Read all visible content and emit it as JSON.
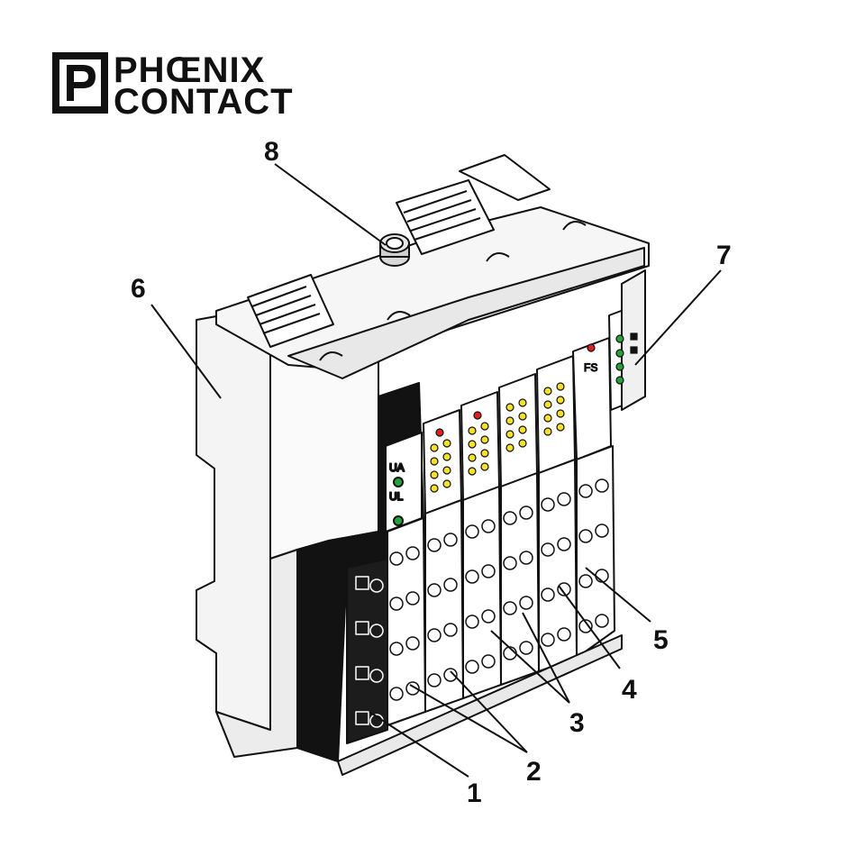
{
  "logo": {
    "line1": "PHŒNIX",
    "line2": "CONTACT"
  },
  "callouts": [
    "1",
    "2",
    "3",
    "4",
    "5",
    "6",
    "7",
    "8"
  ],
  "module_labels": {
    "power_ua": "UA",
    "power_ul": "UL",
    "fs": "FS"
  },
  "colors": {
    "led_green": "#22a33a",
    "led_red": "#e02020",
    "led_yellow": "#f3e02a",
    "outline": "#111111",
    "housing_fill": "#f4f4f4",
    "housing_dark": "#121212"
  }
}
